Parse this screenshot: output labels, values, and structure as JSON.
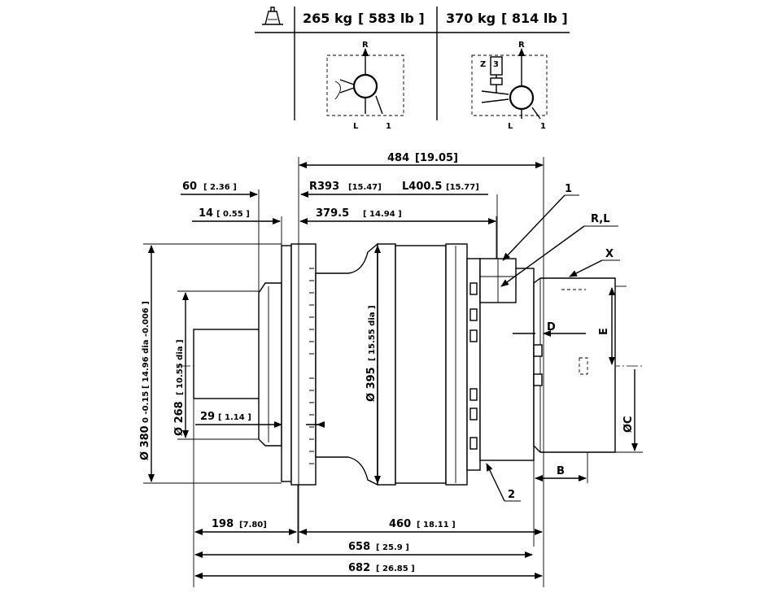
{
  "weights": {
    "weight_1": "265 kg",
    "weight_1_imperial": "[ 583 lb ]",
    "weight_2": "370 kg",
    "weight_2_imperial": "[ 814 lb ]"
  },
  "schematic_labels": {
    "r": "R",
    "l": "L",
    "one": "1",
    "z": "Z",
    "three": "3"
  },
  "dimensions": {
    "overall_top": "484",
    "overall_top_imperial": "[19.05]",
    "left_offset": "60",
    "left_offset_imperial": "[ 2.36 ]",
    "port_r": "R393",
    "port_r_imperial": "[15.47]",
    "port_l": "L400.5",
    "port_l_imperial": "[15.77]",
    "flange_offset": "14",
    "flange_offset_imperial": "[ 0.55 ]",
    "body_length": "379.5",
    "body_length_imperial": "[ 14.94 ]",
    "dia_380": "Ø 380",
    "dia_380_tol": "0 -0.15",
    "dia_380_imperial": "[ 14.96 dia -0.006 ]",
    "dia_268": "Ø 268",
    "dia_268_imperial": "[ 10.55 dia ]",
    "dia_395": "Ø 395",
    "dia_395_imperial": "[ 15.55 dia ]",
    "spigot": "29",
    "spigot_imperial": "[ 1.14 ]",
    "bottom_198": "198",
    "bottom_198_imperial": "[7.80]",
    "bottom_460": "460",
    "bottom_460_imperial": "[ 18.11 ]",
    "bottom_658": "658",
    "bottom_658_imperial": "[ 25.9 ]",
    "bottom_682": "682",
    "bottom_682_imperial": "[ 26.85 ]"
  },
  "callouts": {
    "one": "1",
    "two": "2",
    "rl": "R,L",
    "x": "X",
    "d": "D",
    "e": "E",
    "b": "B",
    "c": "ØC"
  }
}
